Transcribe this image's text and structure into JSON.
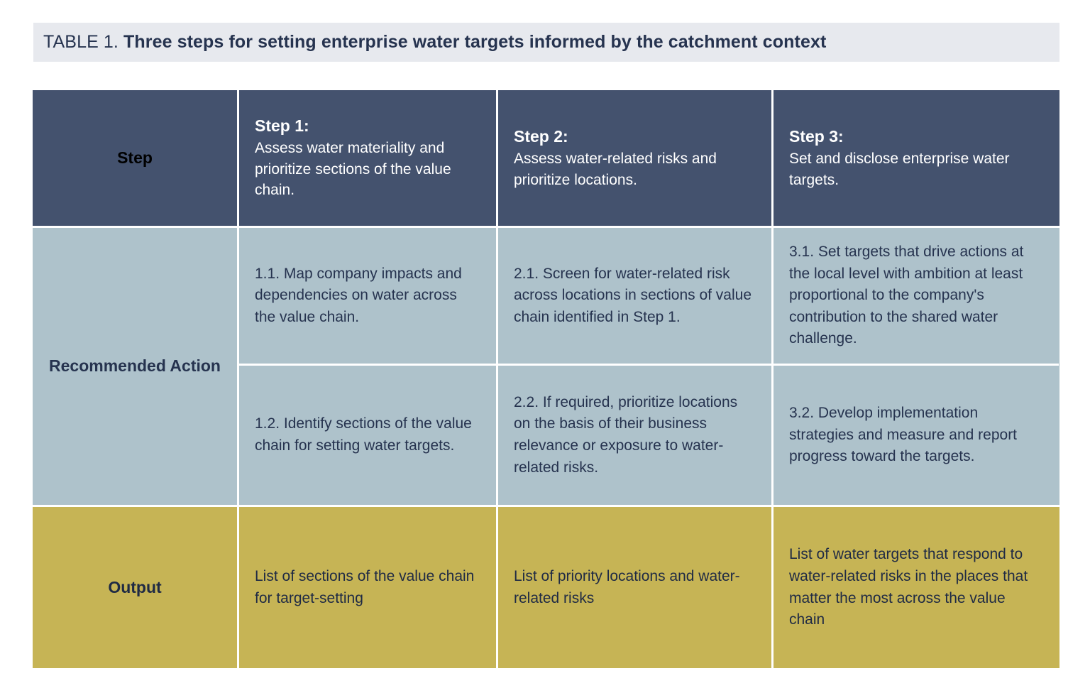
{
  "title": {
    "label": "TABLE 1.",
    "main": "Three steps for setting enterprise water targets informed by the catchment context",
    "band_color": "#e7e9ee",
    "text_color": "#26334f"
  },
  "colors": {
    "header_row": "#44526e",
    "action_row": "#aec2cb",
    "output_row": "#c6b455",
    "grid_line": "#ffffff",
    "dark_text": "#26334f",
    "light_text": "#ffffff"
  },
  "table": {
    "row_labels": {
      "step": "Step",
      "recommended_action": "Recommended Action",
      "output": "Output"
    },
    "header": [
      {
        "title": "Step 1:",
        "description": "Assess water materiality and prioritize sections of the value chain."
      },
      {
        "title": "Step 2:",
        "description": "Assess water-related risks and prioritize locations."
      },
      {
        "title": "Step 3:",
        "description": "Set and disclose enterprise water targets."
      }
    ],
    "recommended_action": {
      "first": [
        "1.1. Map company impacts and dependencies on water across the value chain.",
        "2.1. Screen for water-related risk across locations in sections of value chain identified in Step 1.",
        "3.1. Set targets that drive actions at the local level with ambition at least proportional to the company's contribution to the shared water challenge."
      ],
      "second": [
        "1.2. Identify sections of the value chain for setting water targets.",
        "2.2. If required, prioritize locations on the basis of their business relevance or exposure to water-related risks.",
        "3.2. Develop implementation strategies and measure and report progress toward the targets."
      ]
    },
    "output": [
      "List of sections of the value chain for target-setting",
      "List of priority locations and water-related risks",
      "List of water targets that respond to water-related risks in the places that matter the most across the value chain"
    ]
  }
}
